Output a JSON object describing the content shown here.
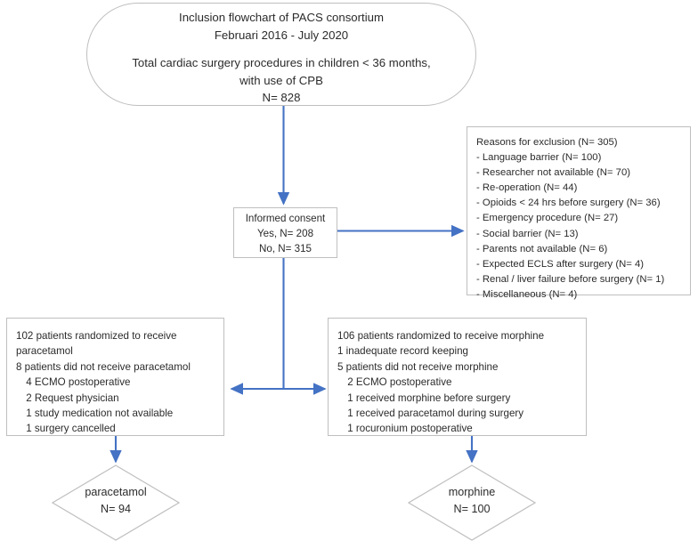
{
  "figure": {
    "accent_color": "#4472c4",
    "box_border_color": "#bfbfbf",
    "text_color": "#2b2b2b"
  },
  "nodes": {
    "header": {
      "title_line1": "Inclusion flowchart of PACS consortium",
      "title_line2": "Februari 2016 - July 2020",
      "body_line1": "Total cardiac surgery procedures in children < 36 months,",
      "body_line2": "with use of CPB",
      "body_line3": "N= 828"
    },
    "consent": {
      "line1": "Informed consent",
      "line2": "Yes, N= 208",
      "line3": "No, N= 315"
    },
    "exclusion": {
      "title": "Reasons for exclusion (N= 305)",
      "items": [
        "- Language barrier (N= 100)",
        "- Researcher not available (N= 70)",
        "- Re-operation (N= 44)",
        "- Opioids < 24 hrs before surgery (N= 36)",
        "- Emergency procedure (N= 27)",
        "- Social barrier (N= 13)",
        "- Parents not available (N= 6)",
        "- Expected ECLS after surgery (N= 4)",
        "- Renal / liver failure before surgery (N= 1)",
        "- Miscellaneous (N= 4)"
      ]
    },
    "arm_left": {
      "lines": [
        "102 patients randomized to receive",
        "paracetamol",
        "8 patients did not receive paracetamol",
        " 4 ECMO postoperative",
        " 2 Request physician",
        " 1 study medication not available",
        " 1 surgery cancelled"
      ]
    },
    "arm_right": {
      "lines": [
        "106 patients randomized to receive morphine",
        "1 inadequate record keeping",
        "5 patients did not receive morphine",
        " 2 ECMO postoperative",
        " 1 received morphine before surgery",
        " 1 received paracetamol during surgery",
        " 1 rocuronium postoperative"
      ]
    },
    "outcome_left": {
      "line1": "paracetamol",
      "line2": "N= 94"
    },
    "outcome_right": {
      "line1": "morphine",
      "line2": "N= 100"
    }
  }
}
